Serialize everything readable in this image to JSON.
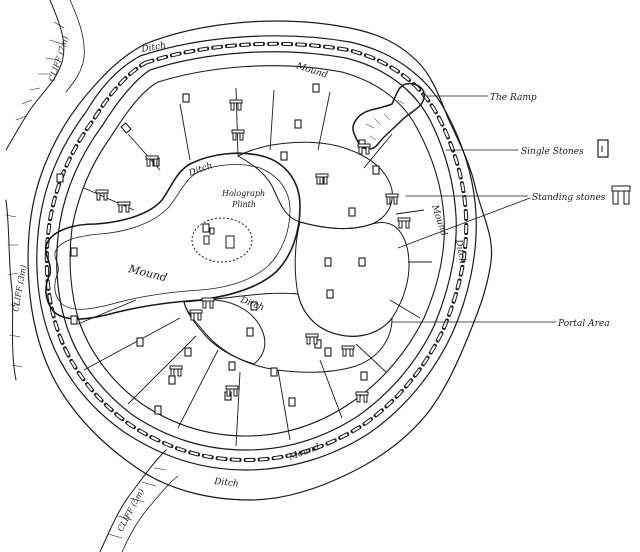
{
  "labels": {
    "ditch_top": "Ditch",
    "ditch_inner": "Ditch",
    "ditch_lower": "Ditch",
    "ditch_bottom": "Ditch",
    "ditch_right": "Ditch",
    "mound_top": "Mound",
    "mound_center": "Mound",
    "mound_bottom": "Mound",
    "mound_right": "Mound",
    "cliff_top": "CLIFF (7m)",
    "cliff_left": "CLIFF (3m)",
    "cliff_bottom": "CLIFF (5m)",
    "holograph_1": "Holograph",
    "holograph_2": "Plinth"
  },
  "legend": {
    "ramp": "The Ramp",
    "single_stones": "Single Stones",
    "standing_stones": "Standing stones",
    "portal_area": "Portal Area"
  },
  "icons": {
    "single_stone": "single-stone-icon",
    "standing_stone": "standing-stone-trilithon-icon"
  },
  "colors": {
    "ink": "#1a1a1a",
    "paper": "#ffffff"
  }
}
